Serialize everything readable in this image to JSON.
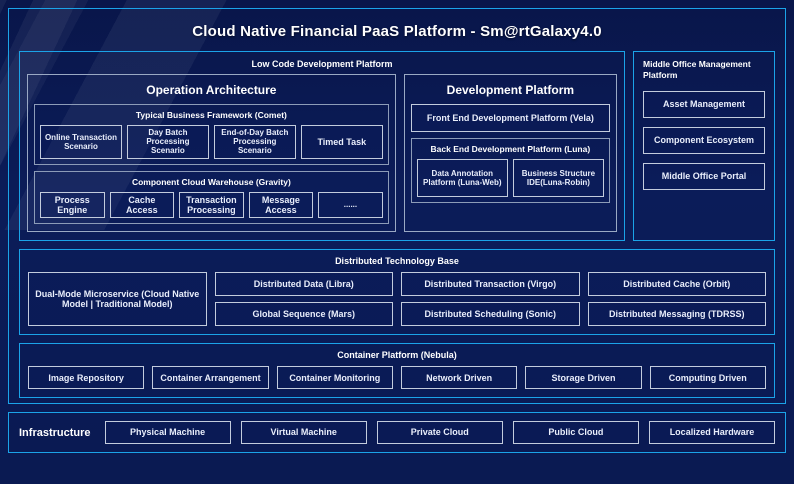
{
  "title": "Cloud Native Financial PaaS Platform - Sm@rtGalaxy4.0",
  "colors": {
    "background": "#0a1a52",
    "frame_accent": "#1ba3e8",
    "soft_border": "#9aa9c4",
    "text": "#ffffff",
    "chip_text": "#e9eefb"
  },
  "low_code": {
    "label": "Low Code Development Platform",
    "operation_architecture": {
      "title": "Operation Architecture",
      "blocks": [
        {
          "title": "Typical Business Framework (Comet)",
          "items": [
            "Online Transaction Scenario",
            "Day Batch Processing Scenario",
            "End-of-Day Batch Processing Scenario",
            "Timed Task"
          ]
        },
        {
          "title": "Component Cloud Warehouse (Gravity)",
          "items": [
            "Process Engine",
            "Cache Access",
            "Transaction Processing",
            "Message Access",
            "......"
          ]
        }
      ]
    },
    "development_platform": {
      "title": "Development Platform",
      "front_end": "Front End Development Platform (Vela)",
      "back_end": {
        "title": "Back End Development Platform (Luna)",
        "items": [
          "Data Annotation Platform (Luna-Web)",
          "Business Structure IDE(Luna-Robin)"
        ]
      }
    }
  },
  "middle_office": {
    "title": "Middle Office Management Platform",
    "items": [
      "Asset Management",
      "Component Ecosystem",
      "Middle Office Portal"
    ]
  },
  "distributed_technology_base": {
    "title": "Distributed Technology Base",
    "primary": "Dual-Mode Microservice (Cloud Native Model | Traditional Model)",
    "columns": [
      [
        "Distributed Data (Libra)",
        "Global Sequence (Mars)"
      ],
      [
        "Distributed Transaction (Virgo)",
        "Distributed Scheduling (Sonic)"
      ],
      [
        "Distributed Cache (Orbit)",
        "Distributed Messaging (TDRSS)"
      ]
    ]
  },
  "container_platform": {
    "title": "Container Platform (Nebula)",
    "items": [
      "Image Repository",
      "Container Arrangement",
      "Container Monitoring",
      "Network Driven",
      "Storage Driven",
      "Computing Driven"
    ]
  },
  "infrastructure": {
    "label": "Infrastructure",
    "items": [
      "Physical Machine",
      "Virtual Machine",
      "Private Cloud",
      "Public Cloud",
      "Localized Hardware"
    ]
  }
}
